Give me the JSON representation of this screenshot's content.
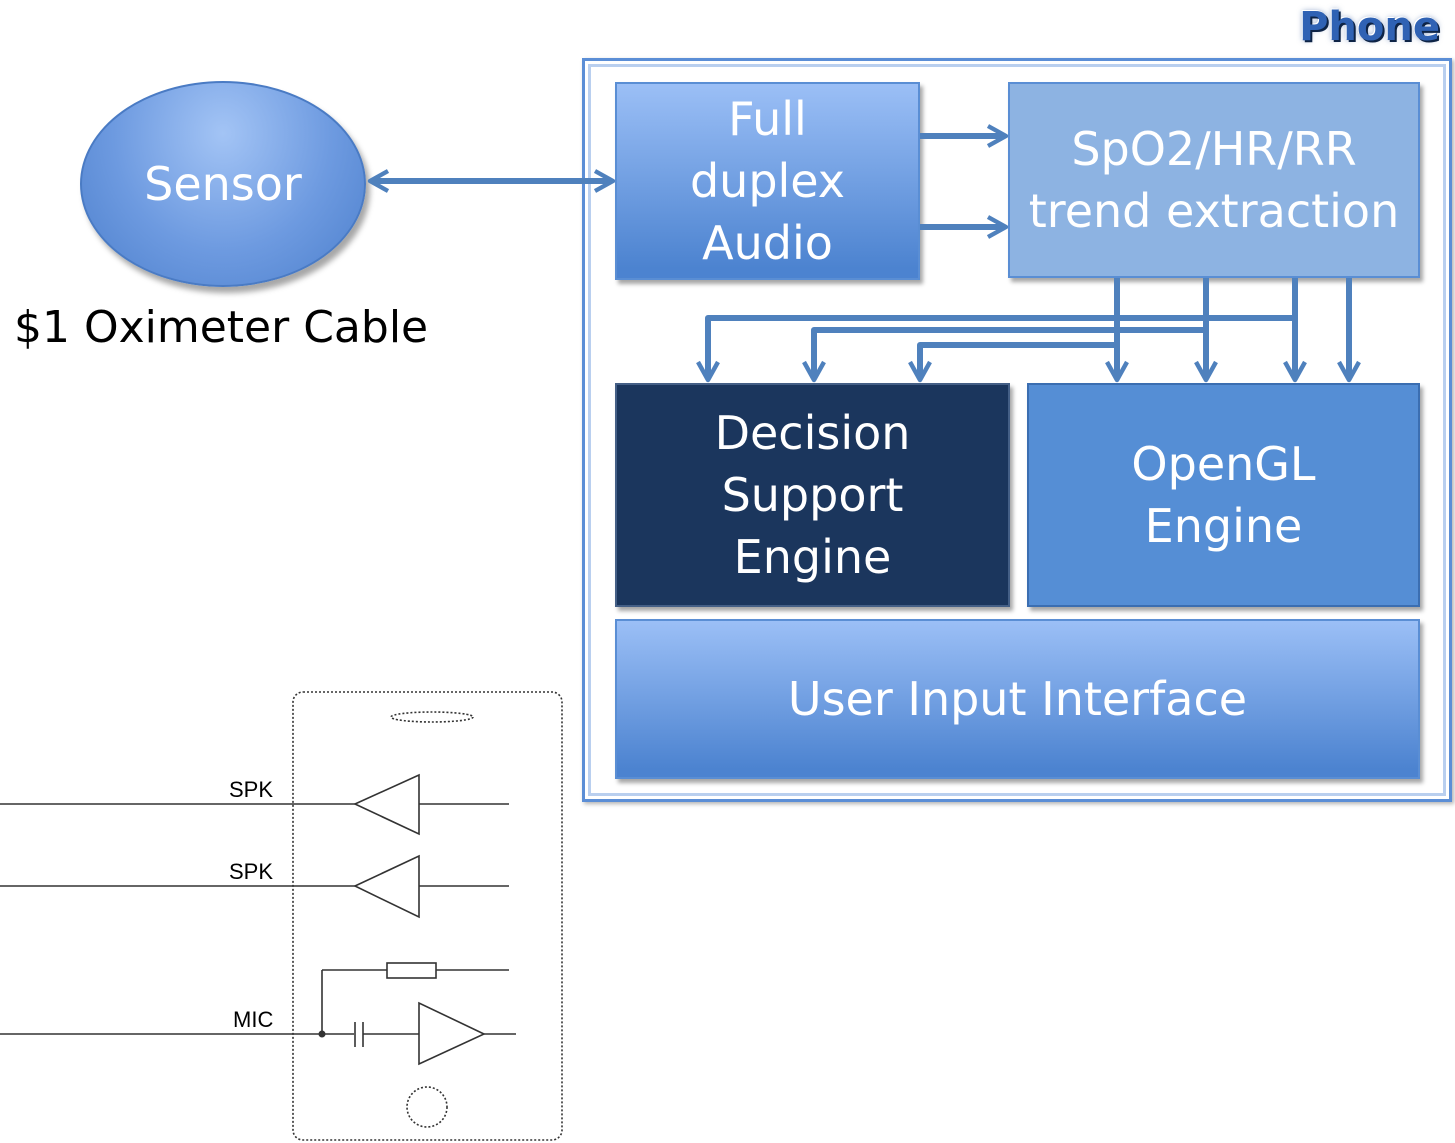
{
  "sensor": {
    "label": "Sensor",
    "caption": "$1 Oximeter Cable"
  },
  "phone": {
    "title": "Phone",
    "blocks": {
      "audio": "Full duplex Audio",
      "trend": "SpO2/HR/RR trend extraction",
      "decision": "Decision Support Engine",
      "opengl": "OpenGL Engine",
      "ui": "User Input Interface"
    }
  },
  "circuit": {
    "spk_top": "SPK",
    "spk_bottom": "SPK",
    "mic": "MIC"
  },
  "colors": {
    "arrow": "#4f81bd",
    "decision_fill": "#1b365d",
    "opengl_fill": "#558ed5",
    "trend_fill": "#8db3e2"
  }
}
